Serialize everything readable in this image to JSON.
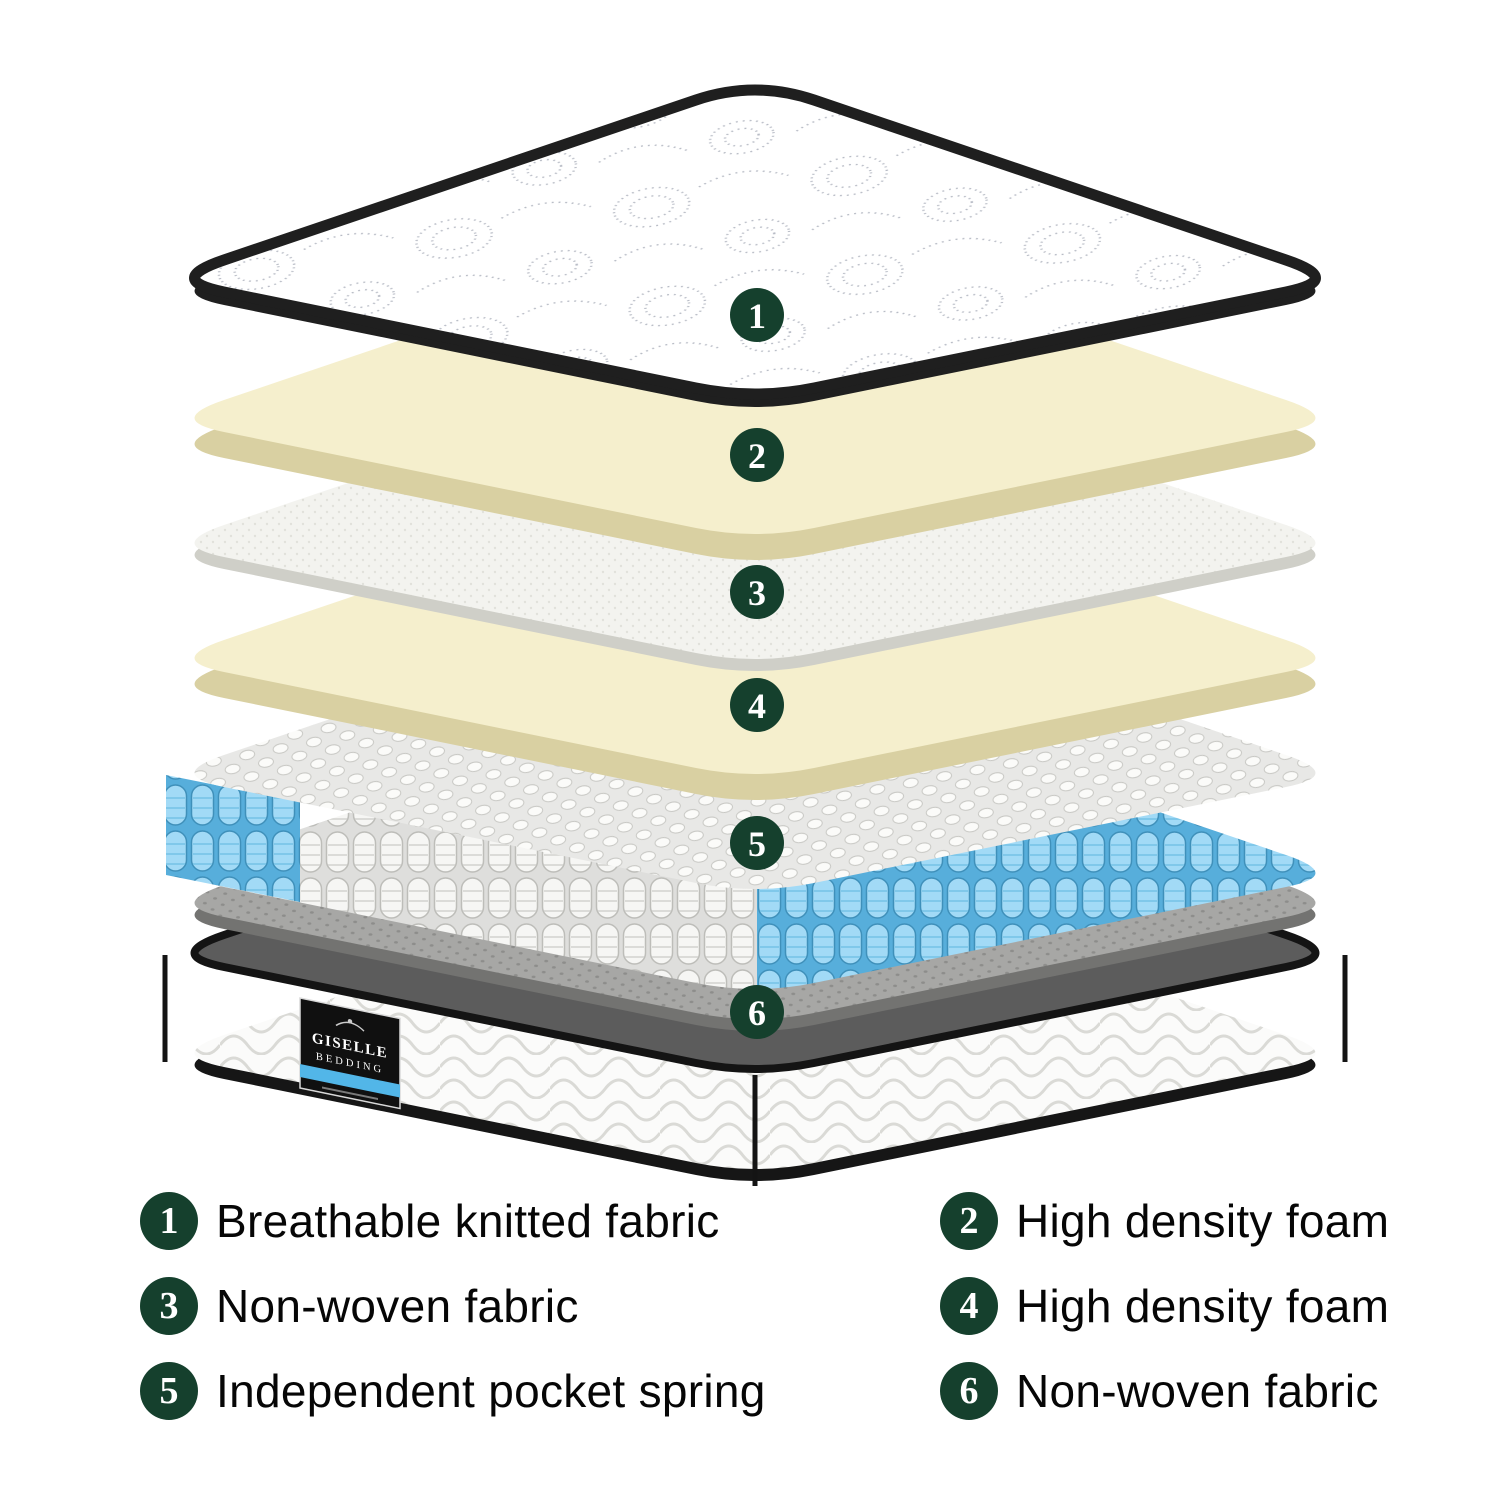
{
  "items": [
    {
      "num": "1",
      "label": "Breathable knitted fabric"
    },
    {
      "num": "2",
      "label": "High density foam"
    },
    {
      "num": "3",
      "label": "Non-woven fabric"
    },
    {
      "num": "4",
      "label": "High density foam"
    },
    {
      "num": "5",
      "label": "Independent pocket spring"
    },
    {
      "num": "6",
      "label": "Non-woven fabric"
    }
  ],
  "brand_label": {
    "line1": "GISELLE",
    "line2": "BEDDING"
  },
  "colors": {
    "badge_green": "#15402d",
    "spring_blue": "#57aedb",
    "foam_cream": "#f5efcd",
    "edge_black": "#1f1f1f"
  }
}
